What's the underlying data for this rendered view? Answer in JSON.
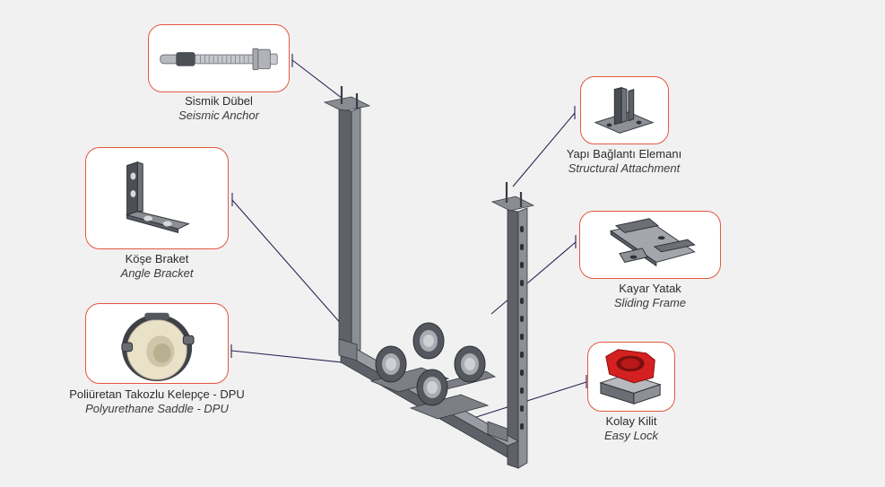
{
  "colors": {
    "card_border": "#e5573f",
    "leader_line": "#2b2453",
    "steel": "#6b6d74",
    "steel_dark": "#3b3d44",
    "liner": "#e9e1c8",
    "lock_red": "#d42020"
  },
  "components": [
    {
      "tr": "Sismik Dübel",
      "en": "Seismic Anchor",
      "icon": "seismic-anchor"
    },
    {
      "tr": "Yapı Bağlantı Elemanı",
      "en": "Structural Attachment",
      "icon": "structural-attachment"
    },
    {
      "tr": "Köşe Braket",
      "en": "Angle Bracket",
      "icon": "angle-bracket"
    },
    {
      "tr": "Kayar Yatak",
      "en": "Sliding Frame",
      "icon": "sliding-frame"
    },
    {
      "tr": "Poliüretan Takozlu Kelepçe - DPU",
      "en": "Polyurethane Saddle - DPU",
      "icon": "polyurethane-saddle"
    },
    {
      "tr": "Kolay Kilit",
      "en": "Easy Lock",
      "icon": "easy-lock"
    }
  ]
}
